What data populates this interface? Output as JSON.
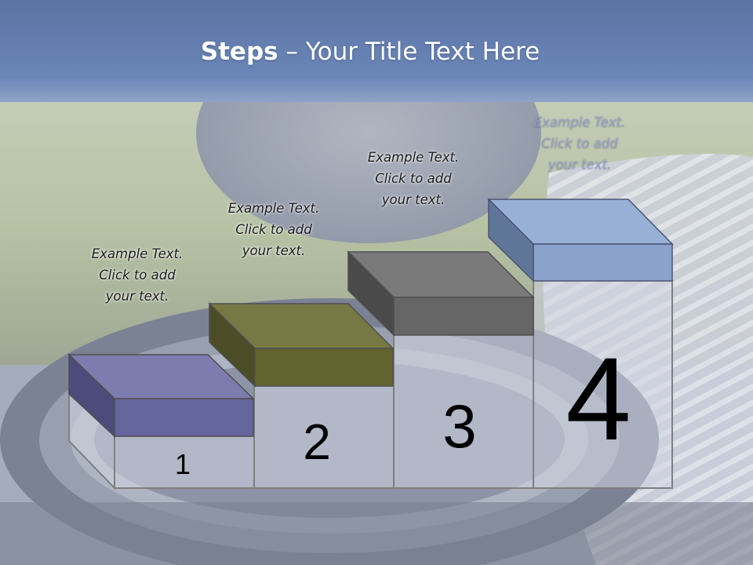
{
  "title": {
    "bold": "Steps",
    "rest": " – Your Title Text Here"
  },
  "steps": [
    {
      "number": "1",
      "caption": [
        "Example Text.",
        "Click  to add",
        "your text."
      ],
      "color": "#66669e"
    },
    {
      "number": "2",
      "caption": [
        "Example Text.",
        "Click  to add",
        "your text."
      ],
      "color": "#646431"
    },
    {
      "number": "3",
      "caption": [
        "Example Text.",
        "Click  to add",
        "your text."
      ],
      "color": "#666666"
    },
    {
      "number": "4",
      "caption": [
        "Example Text.",
        "Click  to add",
        "your text."
      ],
      "color": "#8aa2cc"
    }
  ],
  "colors": {
    "banner": "#5e7cae",
    "title_text": "#ffffff",
    "outline": "#7f7f7f"
  }
}
